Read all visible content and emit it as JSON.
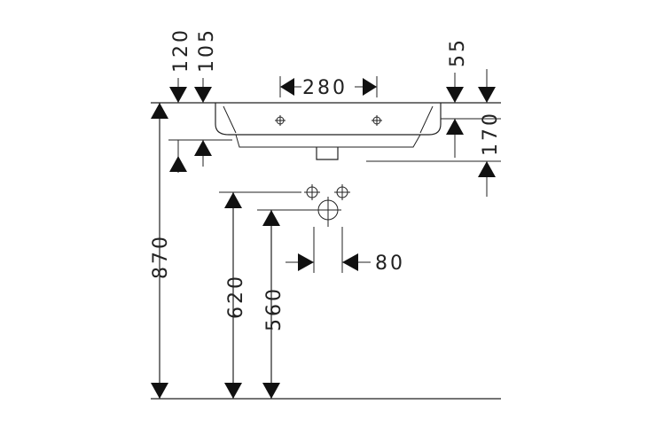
{
  "drawing": {
    "ink_color": "#111111",
    "dimensions": {
      "top_left_1": "120",
      "top_left_2": "105",
      "width_center": "280",
      "top_right": "55",
      "right_height": "170",
      "total_height": "870",
      "drain_height": "620",
      "supply_height": "560",
      "supply_spacing": "80"
    }
  }
}
